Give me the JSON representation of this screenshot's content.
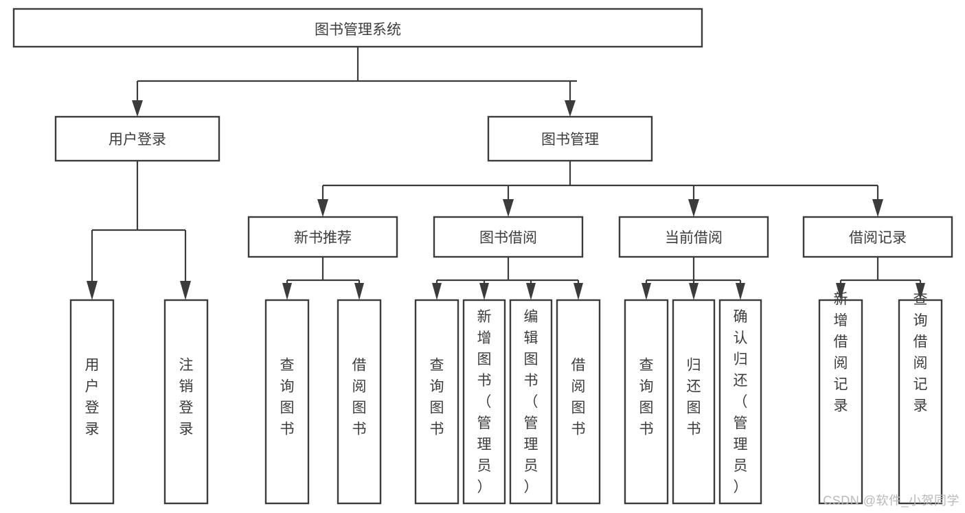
{
  "diagram": {
    "title": "图书管理系统",
    "type": "tree",
    "watermark": "CSDN @软件_小贺同学",
    "nodes": {
      "root": {
        "label": "图书管理系统"
      },
      "level2": [
        {
          "id": "user-login",
          "label": "用户登录"
        },
        {
          "id": "book-manage",
          "label": "图书管理"
        }
      ],
      "level3": [
        {
          "id": "new-book-recommend",
          "label": "新书推荐",
          "parent": "book-manage"
        },
        {
          "id": "book-borrow",
          "label": "图书借阅",
          "parent": "book-manage"
        },
        {
          "id": "current-borrow",
          "label": "当前借阅",
          "parent": "book-manage"
        },
        {
          "id": "borrow-record",
          "label": "借阅记录",
          "parent": "book-manage"
        }
      ],
      "leaves": [
        {
          "id": "leaf-user-login",
          "label": "用户登录",
          "parent": "user-login",
          "align": "middle"
        },
        {
          "id": "leaf-logout-login",
          "label": "注销登录",
          "parent": "user-login",
          "align": "middle"
        },
        {
          "id": "leaf-query-book-1",
          "label": "查询图书",
          "parent": "new-book-recommend",
          "align": "middle"
        },
        {
          "id": "leaf-borrow-book-1",
          "label": "借阅图书",
          "parent": "new-book-recommend",
          "align": "middle"
        },
        {
          "id": "leaf-query-book-2",
          "label": "查询图书",
          "parent": "book-borrow",
          "align": "middle"
        },
        {
          "id": "leaf-add-book-admin",
          "label": "新增图书（管理员）",
          "parent": "book-borrow",
          "align": "top"
        },
        {
          "id": "leaf-edit-book-admin",
          "label": "编辑图书（管理员）",
          "parent": "book-borrow",
          "align": "top"
        },
        {
          "id": "leaf-borrow-book-2",
          "label": "借阅图书",
          "parent": "book-borrow",
          "align": "middle"
        },
        {
          "id": "leaf-query-book-3",
          "label": "查询图书",
          "parent": "current-borrow",
          "align": "middle"
        },
        {
          "id": "leaf-return-book",
          "label": "归还图书",
          "parent": "current-borrow",
          "align": "middle"
        },
        {
          "id": "leaf-confirm-return-admin",
          "label": "确认归还（管理员）",
          "parent": "current-borrow",
          "align": "top"
        },
        {
          "id": "leaf-add-borrow-record",
          "label": "新增借阅记录",
          "parent": "borrow-record",
          "align": "middle"
        },
        {
          "id": "leaf-query-borrow-record",
          "label": "查询借阅记录",
          "parent": "borrow-record",
          "align": "middle"
        }
      ]
    },
    "colors": {
      "stroke": "#3b3b3b",
      "fill": "#ffffff",
      "text": "#3c3c3c",
      "watermark": "#b9b9b9"
    }
  }
}
